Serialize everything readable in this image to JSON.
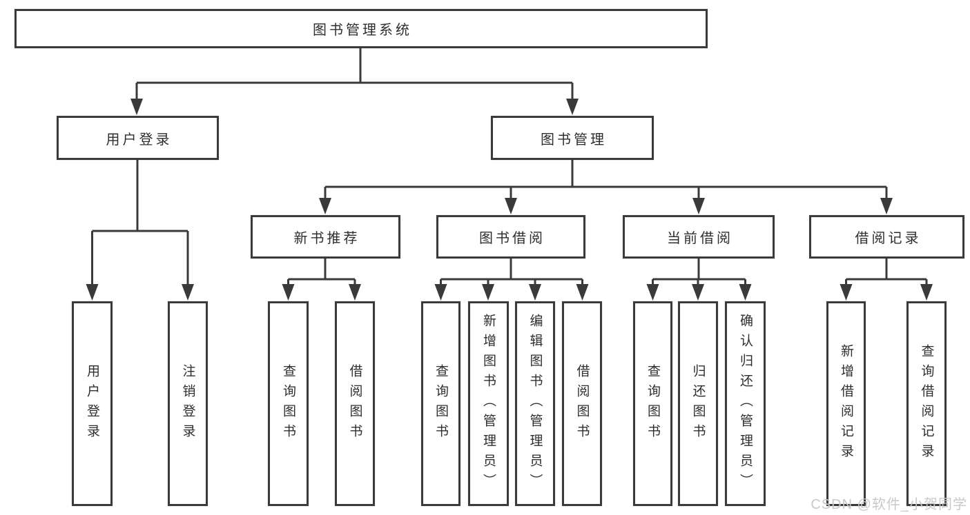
{
  "tree": {
    "root": {
      "label": "图书管理系统"
    },
    "branches": [
      {
        "label": "用户登录",
        "children": [
          {
            "label": "用户登录"
          },
          {
            "label": "注销登录"
          }
        ]
      },
      {
        "label": "图书管理",
        "children": [
          {
            "label": "新书推荐",
            "children": [
              {
                "label": "查询图书"
              },
              {
                "label": "借阅图书"
              }
            ]
          },
          {
            "label": "图书借阅",
            "children": [
              {
                "label": "查询图书"
              },
              {
                "label": "新增图书（管理员）"
              },
              {
                "label": "编辑图书（管理员）"
              },
              {
                "label": "借阅图书"
              }
            ]
          },
          {
            "label": "当前借阅",
            "children": [
              {
                "label": "查询图书"
              },
              {
                "label": "归还图书"
              },
              {
                "label": "确认归还（管理员）"
              }
            ]
          },
          {
            "label": "借阅记录",
            "children": [
              {
                "label": "新增借阅记录"
              },
              {
                "label": "查询借阅记录"
              }
            ]
          }
        ]
      }
    ]
  },
  "watermark": {
    "text": "CSDN @软件_小贺同学"
  },
  "colors": {
    "line": "#3a3a3a",
    "text": "#2e2e2e",
    "background": "#ffffff",
    "watermark": "#c9c9c9"
  }
}
